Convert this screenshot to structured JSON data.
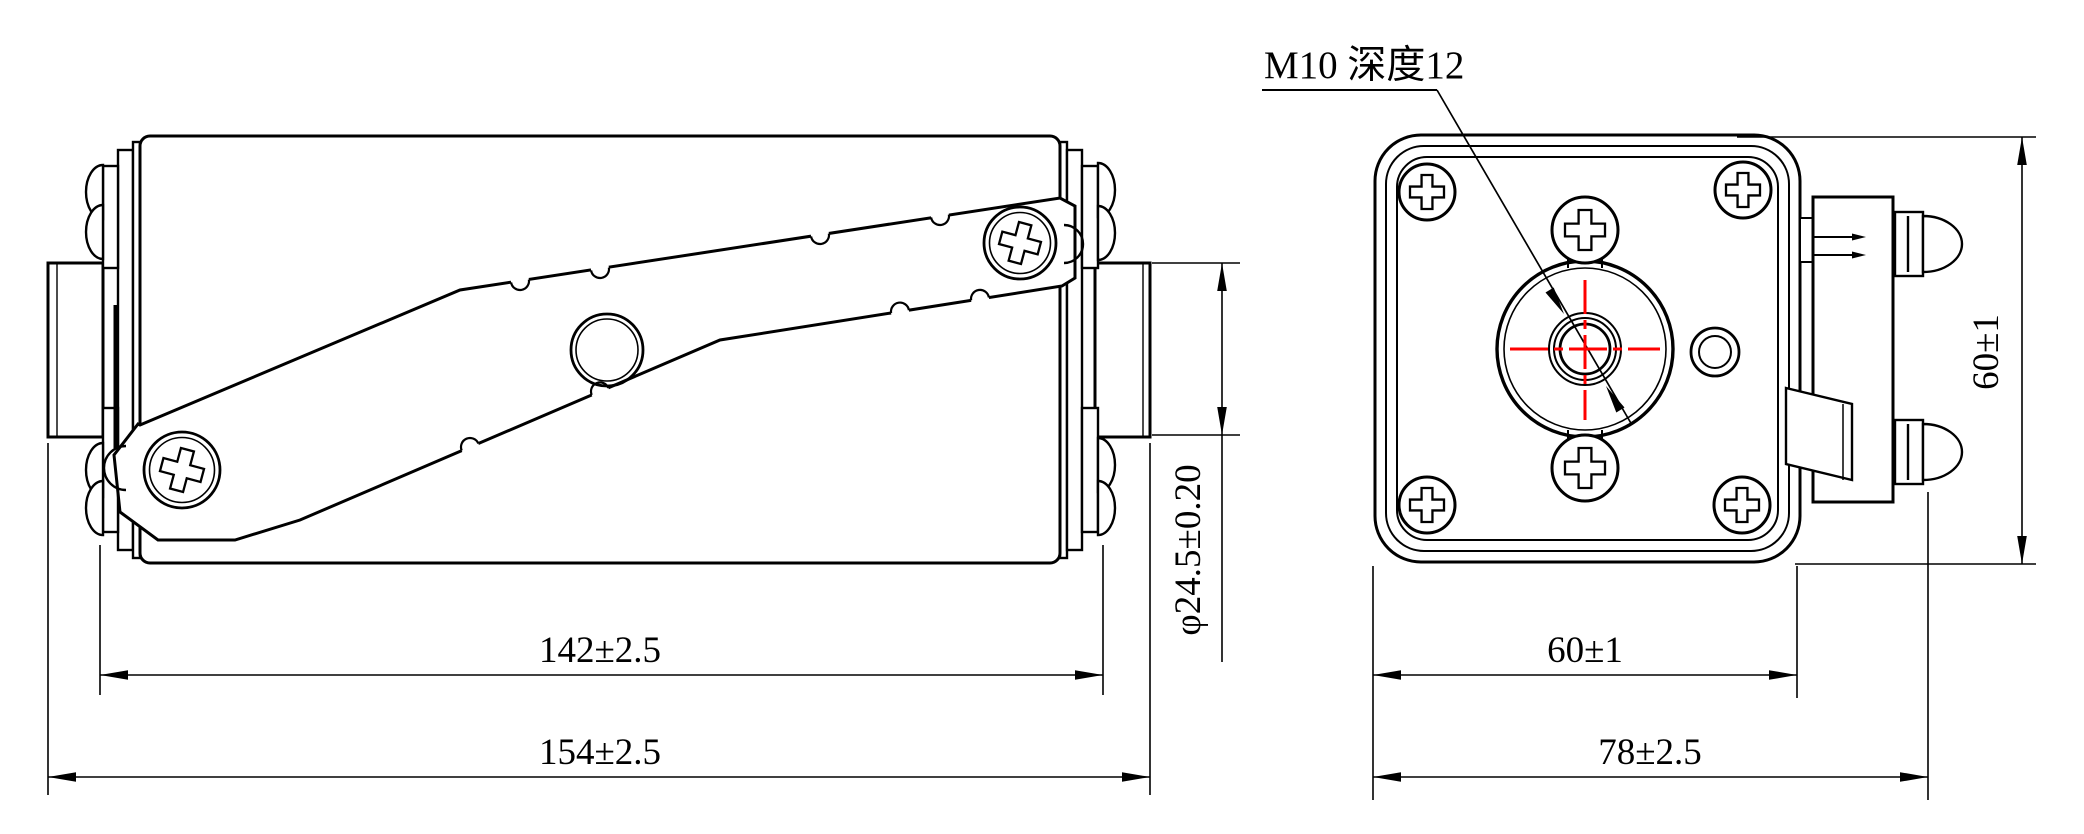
{
  "annotation": {
    "thread_callout": "M10 深度12"
  },
  "dimensions": {
    "side_view": {
      "lever_span": "142±2.5",
      "overall_length": "154±2.5",
      "shaft_diameter": "φ24.5±0.20"
    },
    "front_view": {
      "body_width": "60±1",
      "body_height": "60±1",
      "overall_width": "78±2.5"
    }
  },
  "colors": {
    "line": "#000000",
    "centerline": "#ff0000",
    "background": "#ffffff"
  }
}
